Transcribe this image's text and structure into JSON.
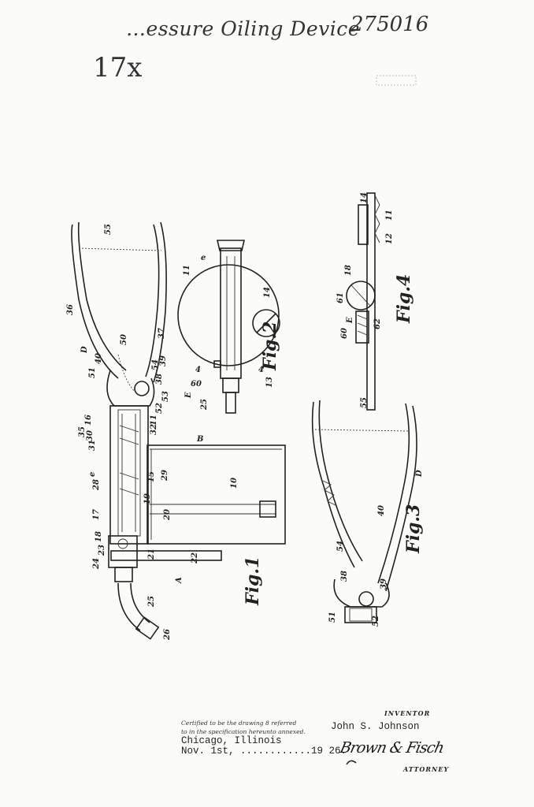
{
  "header": {
    "title_handwritten": "…essure Oiling Device",
    "patent_number": "275016",
    "margin_mark": "17x"
  },
  "fig1": {
    "caption": "Fig.1",
    "labels": [
      "55",
      "36",
      "D",
      "50",
      "37",
      "51",
      "40",
      "54",
      "38",
      "39",
      "53",
      "52",
      "16",
      "35",
      "30",
      "31",
      "11",
      "32",
      "B",
      "e",
      "28",
      "15",
      "29",
      "17",
      "19",
      "10",
      "20",
      "18",
      "23",
      "24",
      "21",
      "22",
      "A",
      "25",
      "26"
    ]
  },
  "fig2": {
    "caption": "Fig.2",
    "labels": [
      "e",
      "11",
      "14",
      "4",
      "4",
      "60",
      "E",
      "13",
      "25"
    ]
  },
  "fig3": {
    "caption": "Fig.3",
    "labels": [
      "55",
      "D",
      "40",
      "54",
      "38",
      "39",
      "51",
      "52"
    ]
  },
  "fig4": {
    "caption": "Fig.4",
    "labels": [
      "14",
      "11",
      "12",
      "18",
      "61",
      "E",
      "60",
      "62"
    ]
  },
  "certification": {
    "line1": "Certified to be the drawing 8 referred",
    "line2": "to in the specification hereunto annexed.",
    "city": "Chicago, Illinois",
    "date": "Nov. 1st, ............19 26."
  },
  "inventor": {
    "heading": "INVENTOR",
    "name": "John S. Johnson",
    "attorney_signature": "Brown & Fisch",
    "attorney_label": "ATTORNEY"
  }
}
